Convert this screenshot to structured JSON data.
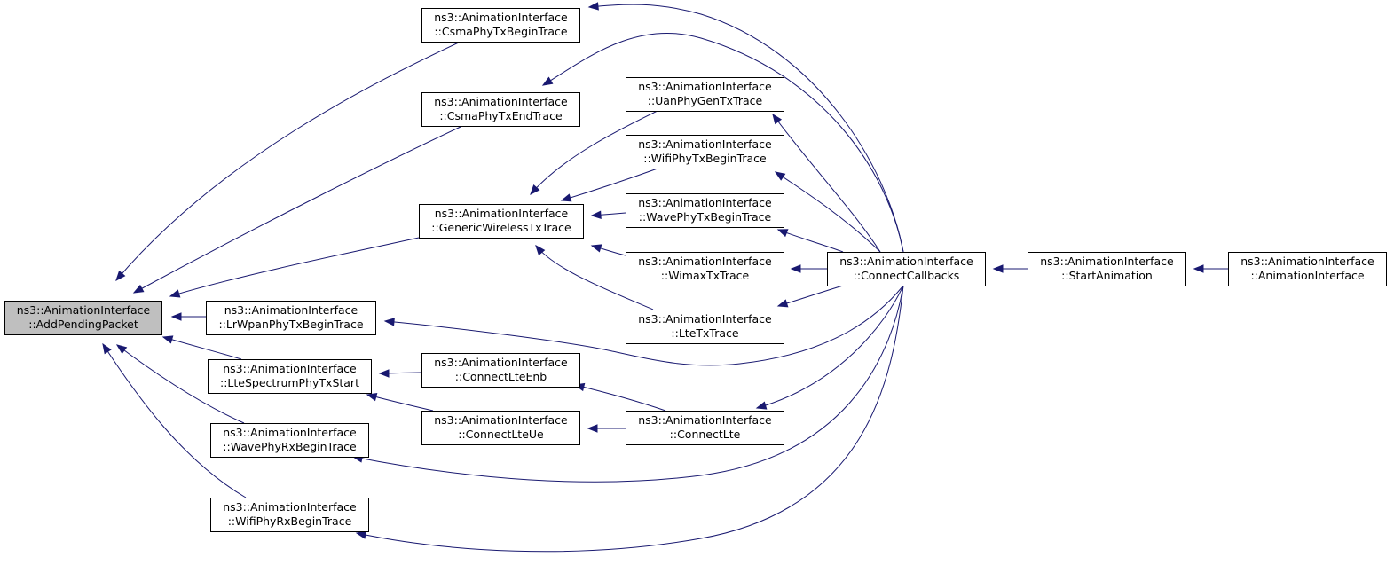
{
  "nodes": [
    {
      "id": "add_pending_packet",
      "line1": "ns3::AnimationInterface",
      "line2": "::AddPendingPacket",
      "highlight": true
    },
    {
      "id": "csma_tx_begin",
      "line1": "ns3::AnimationInterface",
      "line2": "::CsmaPhyTxBeginTrace"
    },
    {
      "id": "csma_tx_end",
      "line1": "ns3::AnimationInterface",
      "line2": "::CsmaPhyTxEndTrace"
    },
    {
      "id": "generic_wireless",
      "line1": "ns3::AnimationInterface",
      "line2": "::GenericWirelessTxTrace"
    },
    {
      "id": "lrwpan",
      "line1": "ns3::AnimationInterface",
      "line2": "::LrWpanPhyTxBeginTrace"
    },
    {
      "id": "lte_spectrum",
      "line1": "ns3::AnimationInterface",
      "line2": "::LteSpectrumPhyTxStart"
    },
    {
      "id": "wave_rx",
      "line1": "ns3::AnimationInterface",
      "line2": "::WavePhyRxBeginTrace"
    },
    {
      "id": "wifi_rx",
      "line1": "ns3::AnimationInterface",
      "line2": "::WifiPhyRxBeginTrace"
    },
    {
      "id": "uan_gen",
      "line1": "ns3::AnimationInterface",
      "line2": "::UanPhyGenTxTrace"
    },
    {
      "id": "wifi_tx",
      "line1": "ns3::AnimationInterface",
      "line2": "::WifiPhyTxBeginTrace"
    },
    {
      "id": "wave_tx",
      "line1": "ns3::AnimationInterface",
      "line2": "::WavePhyTxBeginTrace"
    },
    {
      "id": "wimax",
      "line1": "ns3::AnimationInterface",
      "line2": "::WimaxTxTrace"
    },
    {
      "id": "lte_tx",
      "line1": "ns3::AnimationInterface",
      "line2": "::LteTxTrace"
    },
    {
      "id": "connect_lte_enb",
      "line1": "ns3::AnimationInterface",
      "line2": "::ConnectLteEnb"
    },
    {
      "id": "connect_lte_ue",
      "line1": "ns3::AnimationInterface",
      "line2": "::ConnectLteUe"
    },
    {
      "id": "connect_lte",
      "line1": "ns3::AnimationInterface",
      "line2": "::ConnectLte"
    },
    {
      "id": "connect_callbacks",
      "line1": "ns3::AnimationInterface",
      "line2": "::ConnectCallbacks"
    },
    {
      "id": "start_animation",
      "line1": "ns3::AnimationInterface",
      "line2": "::StartAnimation"
    },
    {
      "id": "animation_interface",
      "line1": "ns3::AnimationInterface",
      "line2": "::AnimationInterface"
    }
  ],
  "edges": [
    {
      "from": "csma_tx_begin",
      "to": "add_pending_packet"
    },
    {
      "from": "csma_tx_end",
      "to": "add_pending_packet"
    },
    {
      "from": "generic_wireless",
      "to": "add_pending_packet"
    },
    {
      "from": "lrwpan",
      "to": "add_pending_packet"
    },
    {
      "from": "lte_spectrum",
      "to": "add_pending_packet"
    },
    {
      "from": "wave_rx",
      "to": "add_pending_packet"
    },
    {
      "from": "wifi_rx",
      "to": "add_pending_packet"
    },
    {
      "from": "connect_callbacks",
      "to": "csma_tx_begin"
    },
    {
      "from": "connect_callbacks",
      "to": "csma_tx_end"
    },
    {
      "from": "uan_gen",
      "to": "generic_wireless"
    },
    {
      "from": "wifi_tx",
      "to": "generic_wireless"
    },
    {
      "from": "wave_tx",
      "to": "generic_wireless"
    },
    {
      "from": "wimax",
      "to": "generic_wireless"
    },
    {
      "from": "lte_tx",
      "to": "generic_wireless"
    },
    {
      "from": "connect_callbacks",
      "to": "lrwpan"
    },
    {
      "from": "connect_lte_enb",
      "to": "lte_spectrum"
    },
    {
      "from": "connect_lte_ue",
      "to": "lte_spectrum"
    },
    {
      "from": "connect_callbacks",
      "to": "wave_rx"
    },
    {
      "from": "connect_callbacks",
      "to": "wifi_rx"
    },
    {
      "from": "connect_callbacks",
      "to": "uan_gen"
    },
    {
      "from": "connect_callbacks",
      "to": "wifi_tx"
    },
    {
      "from": "connect_callbacks",
      "to": "wave_tx"
    },
    {
      "from": "connect_callbacks",
      "to": "wimax"
    },
    {
      "from": "connect_callbacks",
      "to": "lte_tx"
    },
    {
      "from": "connect_lte",
      "to": "connect_lte_enb"
    },
    {
      "from": "connect_lte",
      "to": "connect_lte_ue"
    },
    {
      "from": "connect_callbacks",
      "to": "connect_lte"
    },
    {
      "from": "start_animation",
      "to": "connect_callbacks"
    },
    {
      "from": "animation_interface",
      "to": "start_animation"
    }
  ],
  "colors": {
    "edge": "#191970",
    "highlight_fill": "#bfbfbf",
    "node_fill": "#ffffff",
    "node_border": "#000000"
  }
}
